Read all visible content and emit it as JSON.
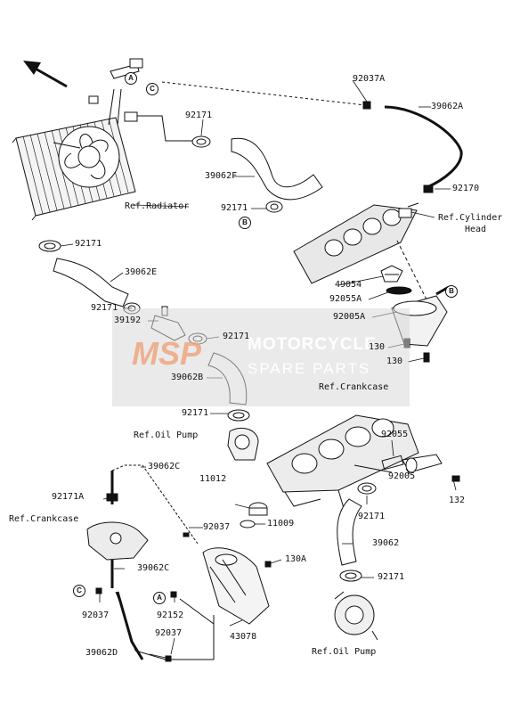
{
  "part_numbers": {
    "p92037A": "92037A",
    "p39062A": "39062A",
    "p92171_top": "92171",
    "p39062F": "39062F",
    "p92171_f": "92171",
    "p92170": "92170",
    "p92171_left": "92171",
    "p39062E": "39062E",
    "p92171_e": "92171",
    "p39192": "39192",
    "p92171_mid": "92171",
    "p39062B": "39062B",
    "p92171_b": "92171",
    "p49054": "49054",
    "p92055A": "92055A",
    "p92005A": "92005A",
    "p130_a": "130",
    "p130_b": "130",
    "p92055": "92055",
    "p92005": "92005",
    "p132": "132",
    "p92171_r": "92171",
    "p39062": "39062",
    "p92171_r2": "92171",
    "p39062C_top": "39062C",
    "p92171A": "92171A",
    "p11012": "11012",
    "p11009": "11009",
    "p92037": "92037",
    "p39062C_low": "39062C",
    "p130A": "130A",
    "p92037_c": "92037",
    "p92152": "92152",
    "p92037_d": "92037",
    "p43078": "43078",
    "p39062D": "39062D"
  },
  "references": {
    "radiator": "Ref.Radiator",
    "cyl_head_1": "Ref.Cylinder",
    "cyl_head_2": "Head",
    "crankcase_top": "Ref.Crankcase",
    "oil_pump_top": "Ref.Oil Pump",
    "crankcase_left": "Ref.Crankcase",
    "oil_pump_bottom": "Ref.Oil Pump"
  },
  "callouts": {
    "A_top": "A",
    "C_top": "C",
    "B_hose": "B",
    "B_head": "B",
    "A_tank": "A",
    "C_left": "C"
  },
  "watermark": {
    "logo": "MSP",
    "brand": "MOTORCYCLE",
    "tagline": "SPARE PARTS"
  },
  "colors": {
    "ink": "#111111",
    "watermark_bg": "#d9d9d9",
    "watermark_logo": "#f0a27a"
  }
}
